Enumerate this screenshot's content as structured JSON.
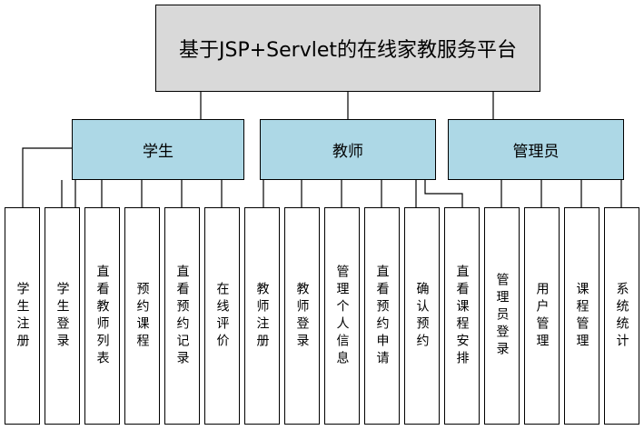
{
  "title": "基于JSP+Servlet的在线家教服务平台",
  "roles": [
    {
      "name": "学生",
      "functions": [
        "学生注册",
        "学生登录",
        "直看教师列表",
        "预约课程",
        "直看预约记录",
        "在线评价"
      ]
    },
    {
      "name": "教师",
      "functions": [
        "教师注册",
        "教师登录",
        "管理个人信息",
        "直看预约申请",
        "确认预约",
        "直看课程安排"
      ]
    },
    {
      "name": "管理员",
      "functions": [
        "管理员登录",
        "用户管理",
        "课程管理",
        "系统统计"
      ]
    }
  ]
}
